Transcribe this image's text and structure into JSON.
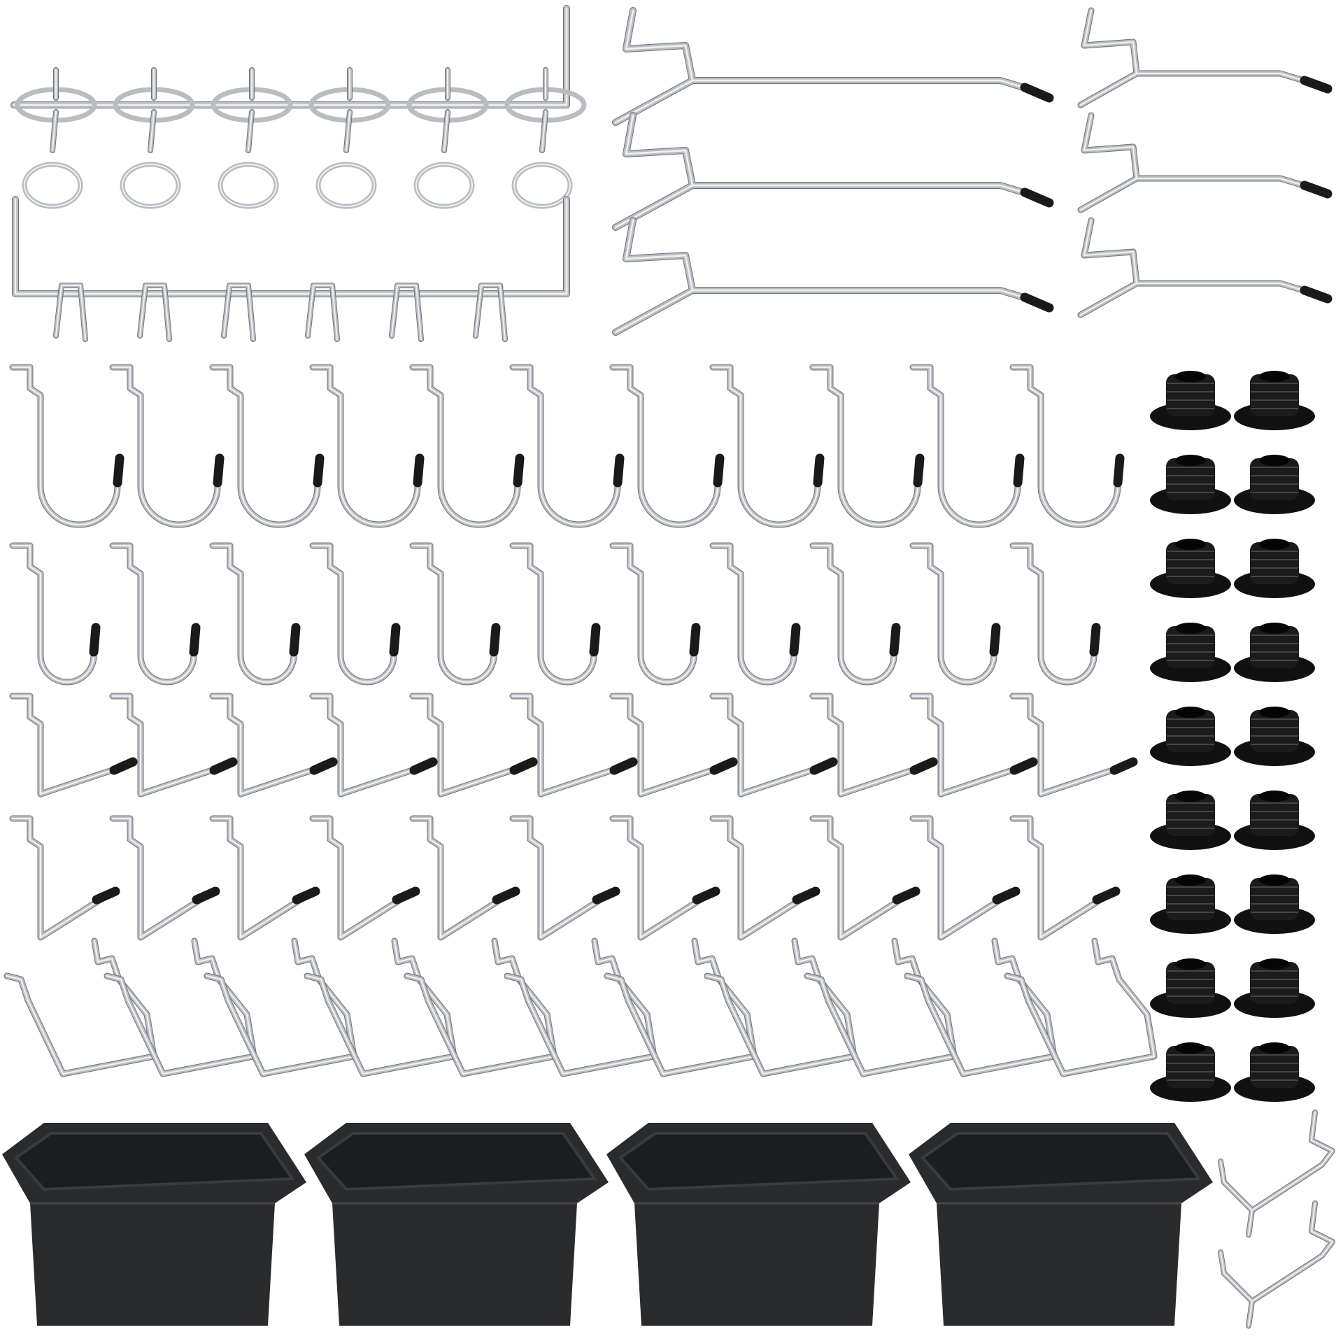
{
  "colors": {
    "background": "#ffffff",
    "metal": "#b9bcc0",
    "metal_highlight": "#eef0f2",
    "metal_shadow": "#6f7378",
    "rubber_tip": "#1a1a1a",
    "plastic_black": "#2a2b2d",
    "plastic_rim": "#3a3b3e"
  },
  "items": {
    "ring_hook_strip": {
      "count": 1,
      "rings": 6
    },
    "multi_prong_strip": {
      "count": 1,
      "prong_pairs": 6
    },
    "long_straight_hooks": {
      "count": 3
    },
    "short_straight_hooks": {
      "count": 3
    },
    "large_j_hooks": {
      "count": 11
    },
    "small_j_hooks": {
      "count": 11
    },
    "angled_l_hooks_long": {
      "count": 11
    },
    "angled_l_hooks_short": {
      "count": 11
    },
    "double_prong_hooks": {
      "count": 11
    },
    "storage_bins": {
      "count": 4
    },
    "pegboard_locks": {
      "count": 18
    },
    "small_spring_clips": {
      "count": 2
    }
  }
}
